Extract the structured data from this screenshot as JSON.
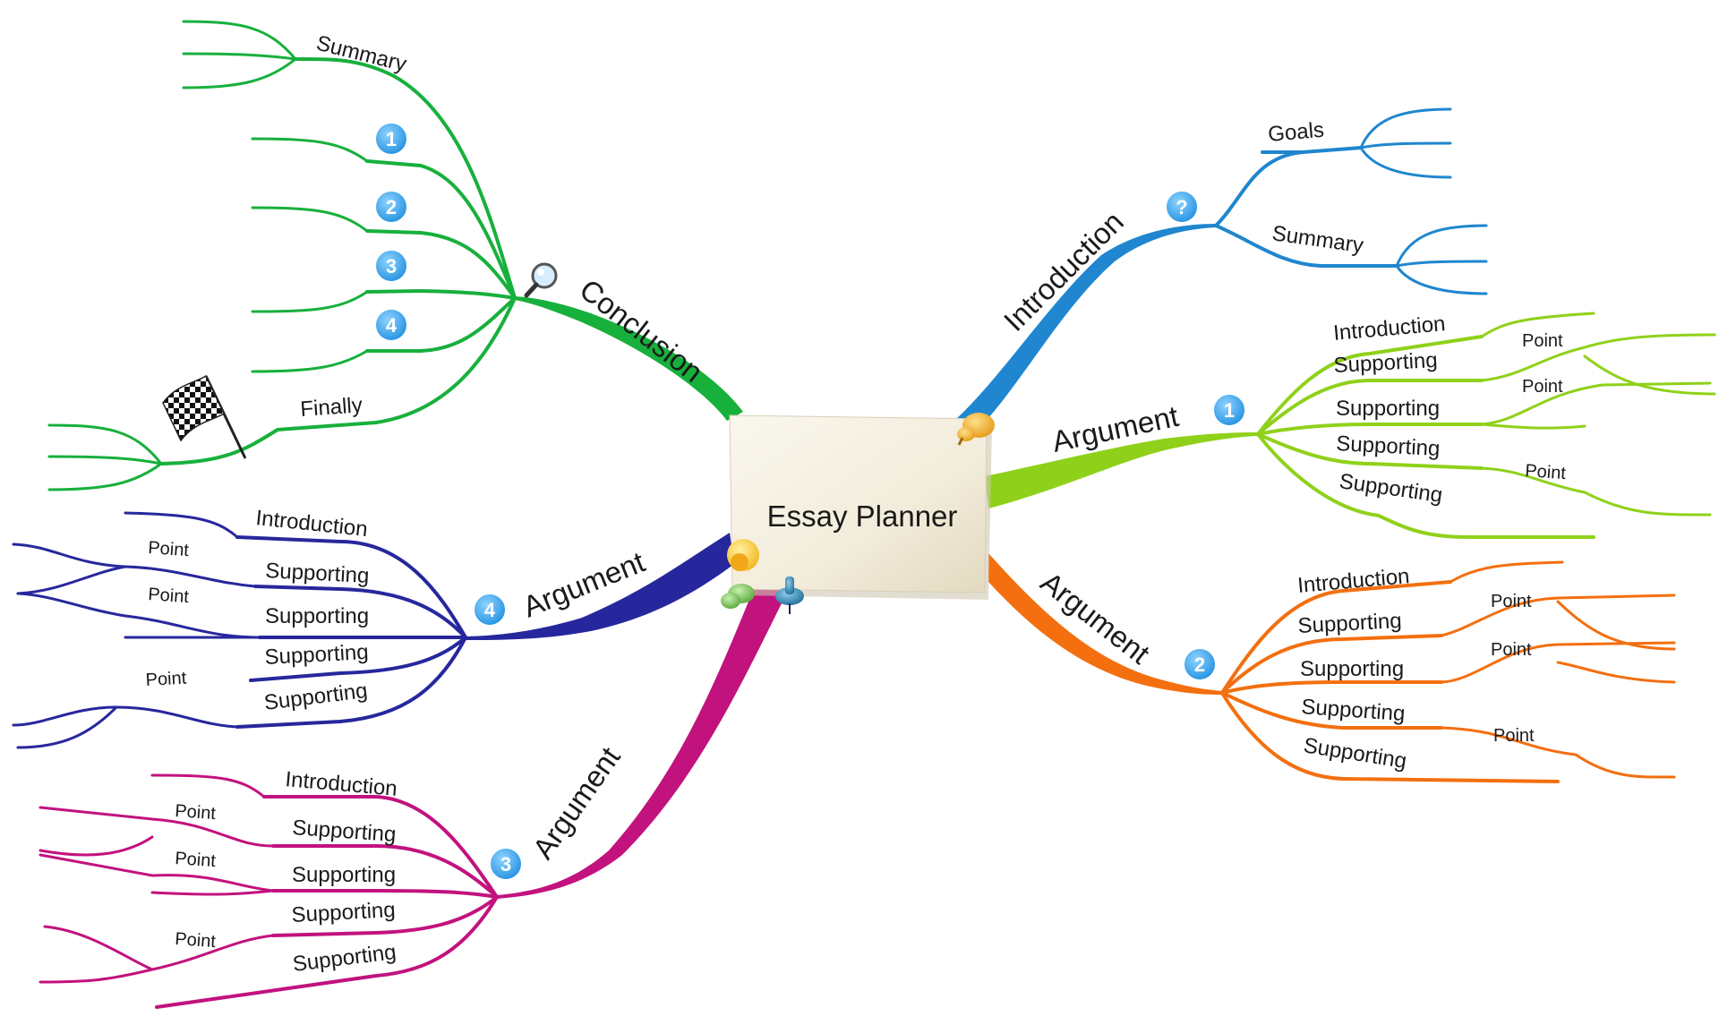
{
  "center": {
    "title": "Essay Planner"
  },
  "colors": {
    "introduction": "#1f86cf",
    "argument1": "#8fd11a",
    "argument2": "#f36f0f",
    "argument3": "#c2127e",
    "argument4": "#27279d",
    "conclusion": "#17b03c",
    "badge": "#3aa6ea"
  },
  "branches": {
    "introduction": {
      "label": "Introduction",
      "badge": "?",
      "children": [
        "Goals",
        "Summary"
      ]
    },
    "argument1": {
      "label": "Argument",
      "badge": "1",
      "children": [
        "Introduction",
        "Supporting",
        "Supporting",
        "Supporting",
        "Supporting"
      ],
      "points": [
        "Point",
        "Point",
        "Point"
      ]
    },
    "argument2": {
      "label": "Argument",
      "badge": "2",
      "children": [
        "Introduction",
        "Supporting",
        "Supporting",
        "Supporting",
        "Supporting"
      ],
      "points": [
        "Point",
        "Point",
        "Point"
      ]
    },
    "argument3": {
      "label": "Argument",
      "badge": "3",
      "children": [
        "Introduction",
        "Supporting",
        "Supporting",
        "Supporting",
        "Supporting"
      ],
      "points": [
        "Point",
        "Point",
        "Point"
      ]
    },
    "argument4": {
      "label": "Argument",
      "badge": "4",
      "children": [
        "Introduction",
        "Supporting",
        "Supporting",
        "Supporting",
        "Supporting"
      ],
      "points": [
        "Point",
        "Point",
        "Point"
      ]
    },
    "conclusion": {
      "label": "Conclusion",
      "children": [
        "Summary",
        "1",
        "2",
        "3",
        "4",
        "Finally"
      ]
    }
  },
  "icons": {
    "conclusion": "magnifier-icon",
    "finally": "checkered-flag-icon",
    "center": [
      "push-pin-orange-icon",
      "push-pin-yellow-icon",
      "push-pin-green-icon",
      "push-pin-blue-icon"
    ]
  }
}
